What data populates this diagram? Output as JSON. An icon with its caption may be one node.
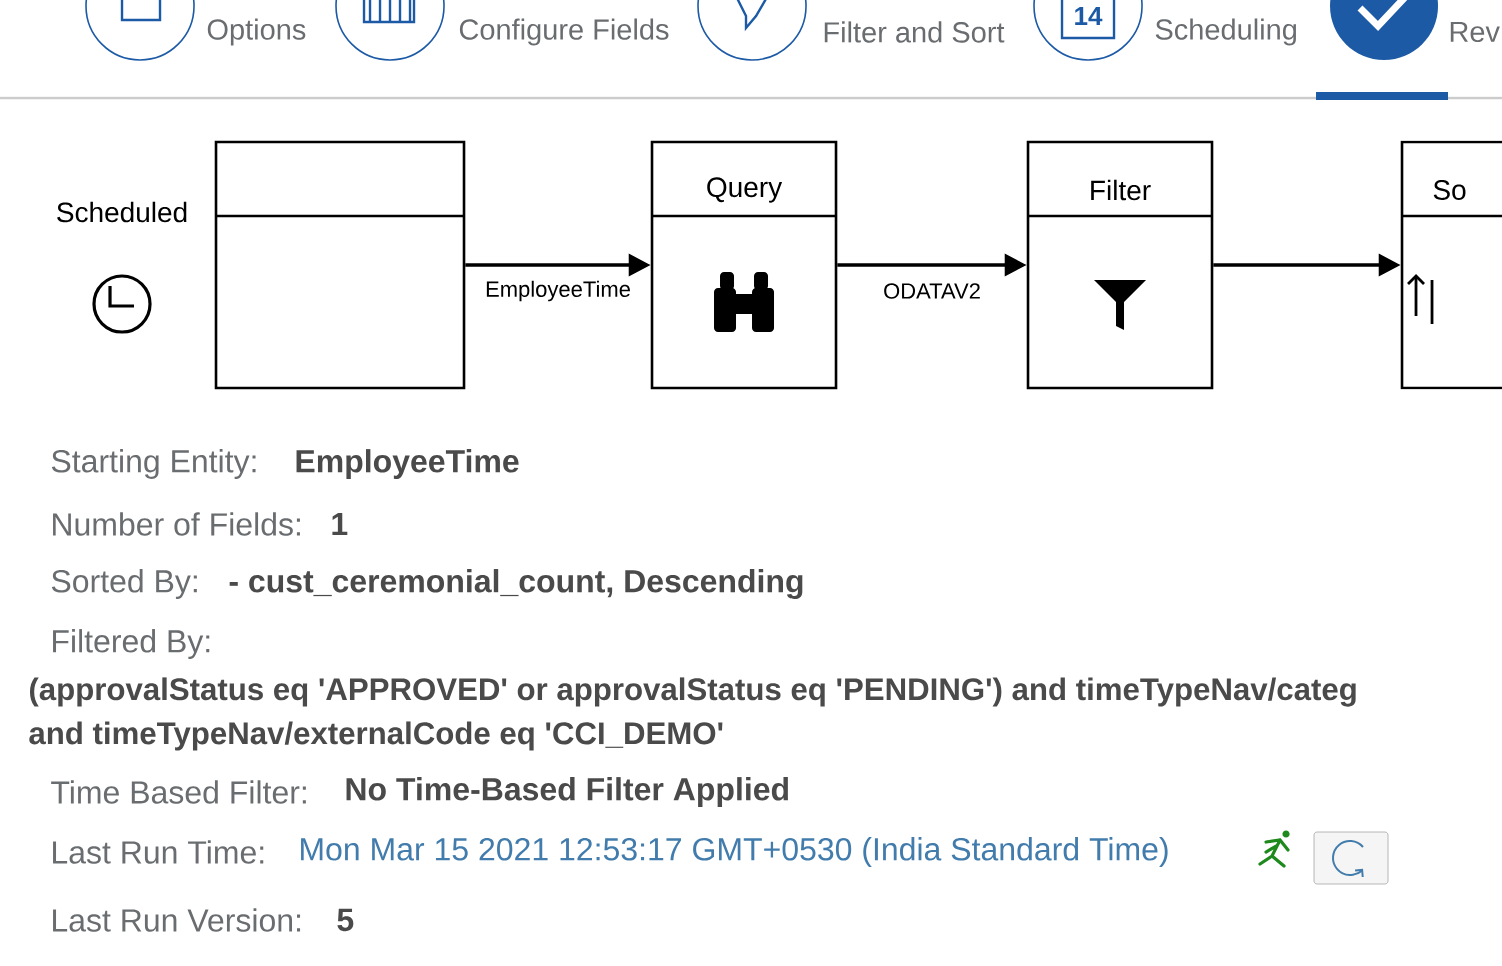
{
  "diagram": {
    "nodes": [
      {
        "text": [
          "Scheduled"
        ]
      },
      {
        "text": [],
        "shape": "box"
      },
      {
        "text": [
          "Query"
        ]
      },
      {
        "text": [
          "Filter"
        ]
      },
      {
        "text": [
          "So"
        ]
      }
    ],
    "edges": [
      {
        "from": 1,
        "to": 2,
        "arrow": "to",
        "label": "EmployeeTime"
      },
      {
        "from": 2,
        "to": 3,
        "arrow": "to",
        "label": "ODATAV2"
      },
      {
        "from": 3,
        "to": 4,
        "arrow": "to"
      }
    ],
    "labels": [
      "14",
      "Options",
      "Configure Fields",
      "Filter and Sort",
      "Scheduling",
      "Rev",
      "Starting Entity:",
      "EmployeeTime",
      "Number of Fields:",
      "1",
      "Sorted By:",
      "- cust_ceremonial_count, Descending",
      "Filtered By:",
      "(approvalStatus eq 'APPROVED' or approvalStatus eq 'PENDING') and timeTypeNav/categ",
      "and timeTypeNav/externalCode eq 'CCI_DEMO'",
      "Time Based Filter:",
      "No Time-Based Filter Applied",
      "Last Run Time:",
      "Mon Mar 15 2021 12:53:17 GMT+0530 (India Standard Time)",
      "Last Run Version:",
      "5"
    ]
  }
}
